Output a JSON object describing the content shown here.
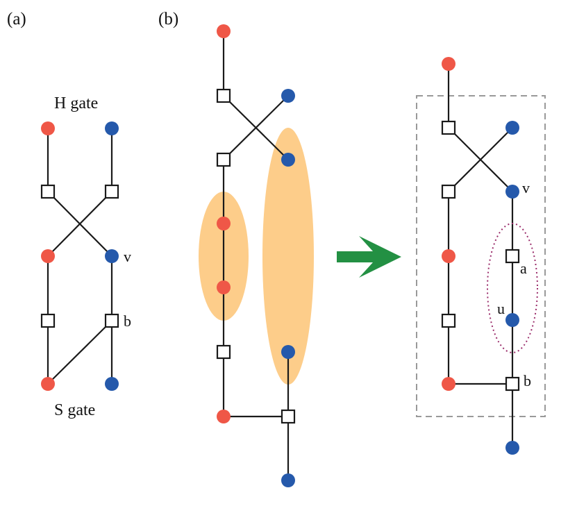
{
  "colors": {
    "red_node": "#ef5747",
    "blue_node": "#2559ab",
    "highlight": "#fdcd8a",
    "arrow": "#239043",
    "dashed_box": "#999999",
    "dotted_ellipse": "#9b2d6b"
  },
  "labels": {
    "panel_a": "(a)",
    "panel_b": "(b)",
    "h_gate": "H gate",
    "s_gate": "S gate",
    "a_v": "v",
    "a_b": "b",
    "b_v": "v",
    "b_a": "a",
    "b_u": "u",
    "b_b": "b"
  }
}
